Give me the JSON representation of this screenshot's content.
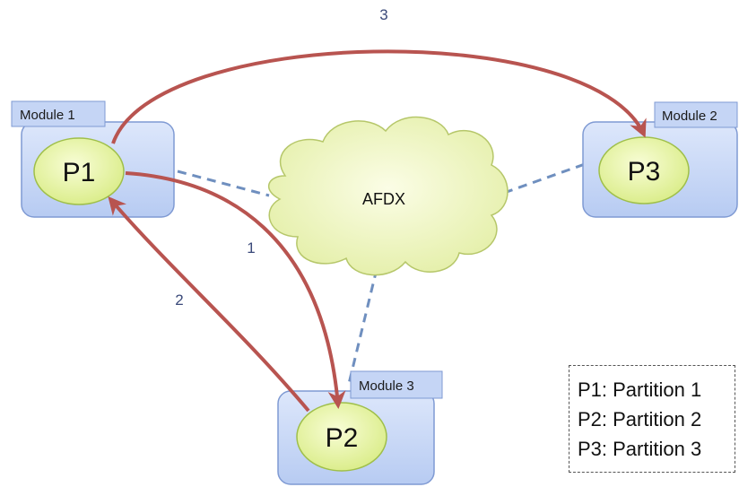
{
  "modules": [
    {
      "id": "m1",
      "label": "Module 1"
    },
    {
      "id": "m2",
      "label": "Module 2"
    },
    {
      "id": "m3",
      "label": "Module 3"
    }
  ],
  "partitions": [
    {
      "id": "p1",
      "label": "P1"
    },
    {
      "id": "p2",
      "label": "P2"
    },
    {
      "id": "p3",
      "label": "P3"
    }
  ],
  "network": {
    "label": "AFDX"
  },
  "flows": [
    {
      "id": "f1",
      "label": "1",
      "from": "P1",
      "to": "P2"
    },
    {
      "id": "f2",
      "label": "2",
      "from": "P2",
      "to": "P1"
    },
    {
      "id": "f3",
      "label": "3",
      "from": "P1",
      "to": "P3"
    }
  ],
  "legend": {
    "items": [
      "P1: Partition 1",
      "P2: Partition 2",
      "P3: Partition 3"
    ]
  },
  "colors": {
    "module_fill": "#c9d8f6",
    "module_stroke": "#7f9ad3",
    "partition_fill": "#eaf5a8",
    "partition_stroke": "#9fbf4a",
    "cloud_fill": "#f0f6c0",
    "cloud_stroke": "#b6c76a",
    "flow_arrow": "#b85450",
    "link_dash": "#6f8fbf",
    "flow_label": "#3b4a7a"
  }
}
